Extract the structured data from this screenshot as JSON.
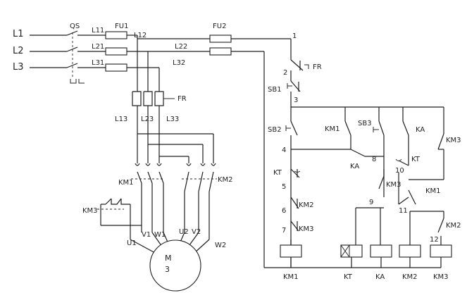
{
  "colors": {
    "line": "#1e1e1e",
    "background": "#ffffff",
    "text": "#222222"
  },
  "labels": {
    "L1": "L1",
    "L2": "L2",
    "L3": "L3",
    "QS": "QS",
    "FU1": "FU1",
    "FU2": "FU2",
    "L11": "L11",
    "L12": "L12",
    "L21": "L21",
    "L22": "L22",
    "L31": "L31",
    "L32": "L32",
    "FR": "FR",
    "FR_contact": "FR",
    "L13": "L13",
    "L23": "L23",
    "L33": "L33",
    "KM1_main": "KM1",
    "KM2_main": "KM2",
    "KM3_main": "KM3",
    "U1": "U1",
    "V1": "V1",
    "W1": "W1",
    "U2": "U2",
    "V2": "V2",
    "W2": "W2",
    "motor_M": "M",
    "motor_3": "3",
    "node_1": "1",
    "node_2": "2",
    "node_3": "3",
    "node_4": "4",
    "node_5": "5",
    "node_6": "6",
    "node_7": "7",
    "node_8": "8",
    "node_9": "9",
    "node_10": "10",
    "node_11": "11",
    "node_12": "12",
    "SB1": "SB1",
    "SB2": "SB2",
    "SB3": "SB3",
    "KM1_aux": "KM1",
    "KA_aux": "KA",
    "KM3_aux_top": "KM3",
    "KA_contact": "KA",
    "KT_contact_top": "KT",
    "KT_contact": "KT",
    "KM2_interlock": "KM2",
    "KM3_interlock": "KM3",
    "KM3_contact_mid": "KM3",
    "KM1_contact_mid": "KM1",
    "KM2_contact_right": "KM2",
    "coil_KM1": "KM1",
    "coil_KT": "KT",
    "coil_KA": "KA",
    "coil_KM2": "KM2",
    "coil_KM3": "KM3"
  }
}
